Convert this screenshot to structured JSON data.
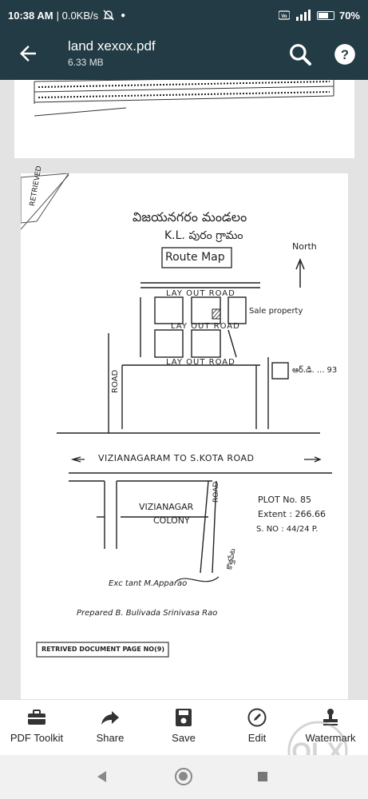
{
  "status_bar": {
    "time": "10:38 AM",
    "network": "| 0.0KB/s",
    "battery": "70%",
    "battery_level": 0.7,
    "icons": [
      "mute-icon",
      "dot-icon",
      "volte-icon",
      "signal-icon",
      "battery-icon"
    ]
  },
  "app_bar": {
    "title": "land xexox.pdf",
    "file_size": "6.33 MB"
  },
  "document": {
    "stamp_top": "RETRIEVED",
    "title_telugu": "విజయనగరం మండలం",
    "village": "K.L. పురం గ్రామం",
    "route_map": "Route Map",
    "north": "North",
    "layout_road_1": "LAY OUT ROAD",
    "layout_road_2": "LAY OUT ROAD",
    "layout_road_3": "LAY OUT ROAD",
    "sale_property": "Sale property",
    "road_left": "ROAD",
    "right_note": "ఆర్.డి. ... 93",
    "main_road": "VIZIANAGARAM   TO   S.KOTA ROAD",
    "colony_line1": "VIZIANAGAR",
    "colony_line2": "COLONY",
    "road_vertical": "ROAD",
    "road_telugu": "కొత్తపేట",
    "plot": "PLOT No. 85",
    "extent": "Extent  : 266.66",
    "survey_no": "S. NO    : 44/24 P.",
    "executant": "Exc tant  M.Apparao",
    "prepared": "Prepared  B. Bulivada Srinivasa Rao",
    "retrieved_page": "RETRIVED DOCUMENT PAGE NO(9)"
  },
  "toolbar": {
    "pdf_toolkit": "PDF Toolkit",
    "share": "Share",
    "save": "Save",
    "edit": "Edit",
    "watermark": "Watermark"
  }
}
